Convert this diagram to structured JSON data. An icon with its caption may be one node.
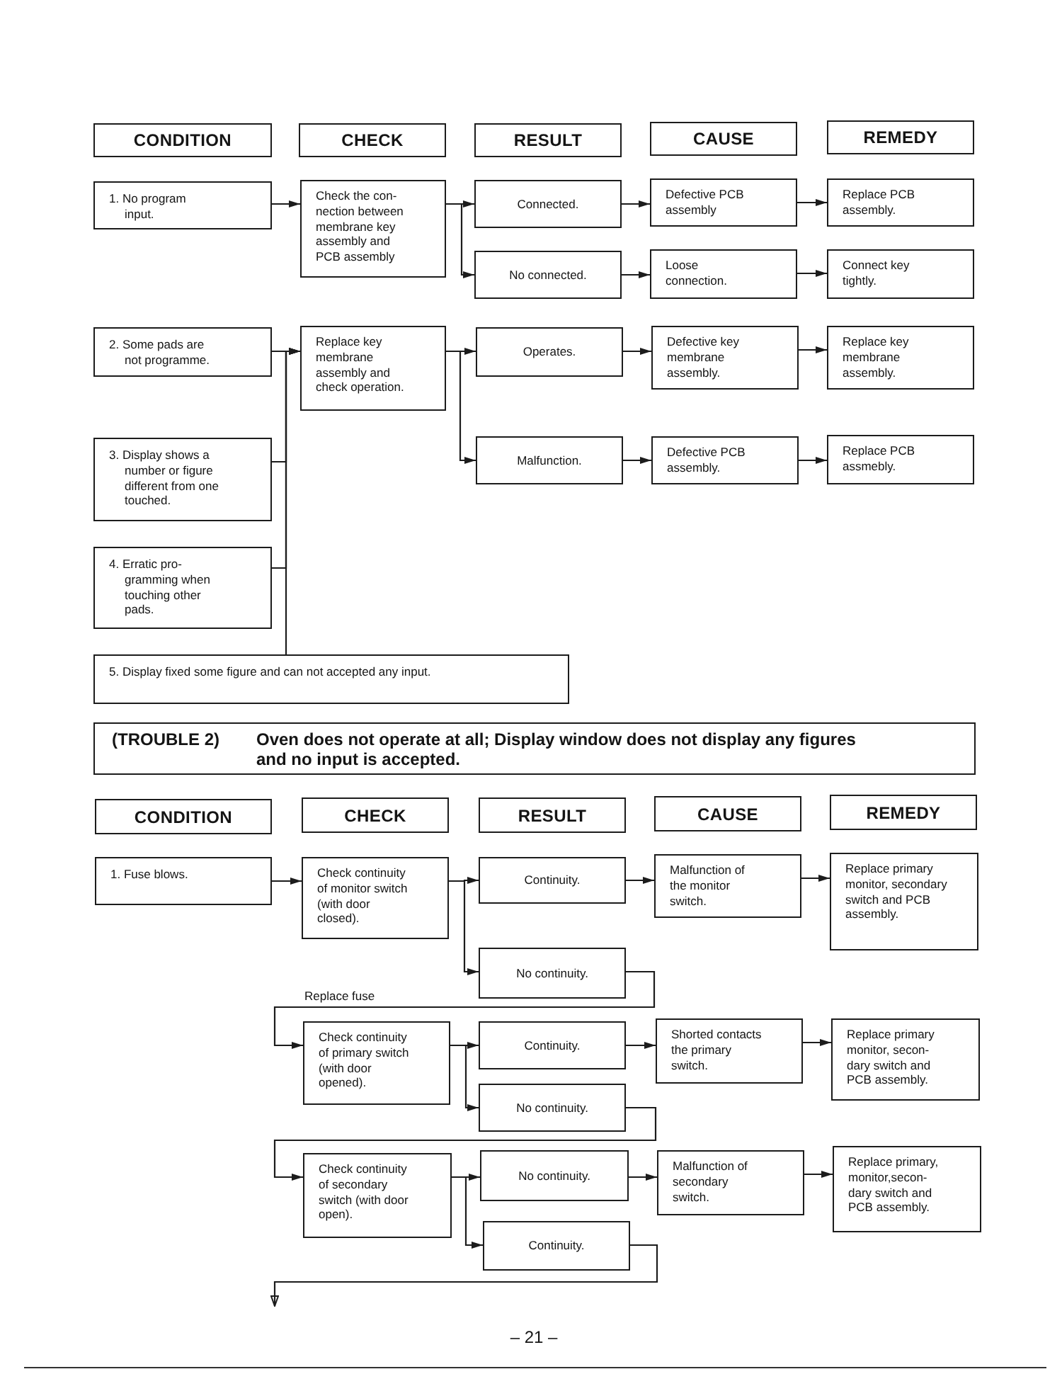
{
  "diagram": {
    "nodes": [
      {
        "text": [
          "CONDITION"
        ]
      },
      {
        "text": [
          "CHECK"
        ]
      },
      {
        "text": [
          "RESULT"
        ]
      },
      {
        "text": [
          "CAUSE"
        ]
      },
      {
        "text": [
          "REMEDY"
        ]
      },
      {
        "text": [
          "1. No program input."
        ]
      },
      {
        "text": [
          "Check the con-nection between membrane key assembly and PCB assembly"
        ]
      },
      {
        "text": [
          "Connected."
        ]
      },
      {
        "text": [
          "Defective PCB assembly"
        ]
      },
      {
        "text": [
          "Replace PCB assembly."
        ]
      },
      {
        "text": [
          "No connected."
        ]
      },
      {
        "text": [
          "Loose connection."
        ]
      },
      {
        "text": [
          "Connect key tightly."
        ]
      },
      {
        "text": [
          "2. Some pads are not programme."
        ]
      },
      {
        "text": [
          "Replace key membrane assembly and check operation."
        ]
      },
      {
        "text": [
          "Operates."
        ]
      },
      {
        "text": [
          "Defective key membrane assembly."
        ]
      },
      {
        "text": [
          "Replace key membrane assembly."
        ]
      },
      {
        "text": [
          "3. Display shows a number or figure different from one touched."
        ]
      },
      {
        "text": [
          "Malfunction."
        ]
      },
      {
        "text": [
          "Defective PCB assembly."
        ]
      },
      {
        "text": [
          "Replace PCB assmebly."
        ]
      },
      {
        "text": [
          "4. Erratic pro-gramming when touching other pads."
        ]
      },
      {
        "text": [
          "5. Display fixed some figure and can not accepted any input."
        ]
      },
      {
        "text": [
          "(TROUBLE 2)",
          "Oven does not operate at all; Display window does not display any figures and no input is accepted."
        ]
      },
      {
        "text": [
          "CONDITION"
        ]
      },
      {
        "text": [
          "CHECK"
        ]
      },
      {
        "text": [
          "RESULT"
        ]
      },
      {
        "text": [
          "CAUSE"
        ]
      },
      {
        "text": [
          "REMEDY"
        ]
      },
      {
        "text": [
          "1. Fuse blows."
        ]
      },
      {
        "text": [
          "Check continuity of monitor switch (with door closed)."
        ]
      },
      {
        "text": [
          "Continuity."
        ]
      },
      {
        "text": [
          "Malfunction of the monitor switch."
        ]
      },
      {
        "text": [
          "Replace primary monitor, secondary switch and PCB assembly."
        ]
      },
      {
        "text": [
          "No continuity."
        ]
      },
      {
        "text": [
          "Check continuity of primary switch (with door opened)."
        ]
      },
      {
        "text": [
          "Continuity."
        ]
      },
      {
        "text": [
          "Shorted contacts the primary switch."
        ]
      },
      {
        "text": [
          "Replace primary monitor, secon-dary switch and PCB assembly."
        ]
      },
      {
        "text": [
          "No continuity."
        ]
      },
      {
        "text": [
          "Check continuity of secondary switch (with door open)."
        ]
      },
      {
        "text": [
          "No continuity."
        ]
      },
      {
        "text": [
          "Malfunction of secondary switch."
        ]
      },
      {
        "text": [
          "Replace primary, monitor,secon-dary switch and PCB assembly."
        ]
      },
      {
        "text": [
          "Continuity."
        ]
      }
    ],
    "edges": [
      {
        "from": 5,
        "to": 6,
        "arrow": "to"
      },
      {
        "from": 6,
        "to": 7,
        "arrow": "to"
      },
      {
        "from": 6,
        "to": 10,
        "arrow": "to"
      },
      {
        "from": 7,
        "to": 8,
        "arrow": "to"
      },
      {
        "from": 8,
        "to": 9,
        "arrow": "to"
      },
      {
        "from": 10,
        "to": 11,
        "arrow": "to"
      },
      {
        "from": 11,
        "to": 12,
        "arrow": "to"
      },
      {
        "from": 13,
        "to": 14,
        "arrow": "to"
      },
      {
        "from": 18,
        "to": 14,
        "arrow": "to"
      },
      {
        "from": 22,
        "to": 14,
        "arrow": "to"
      },
      {
        "from": 23,
        "to": 14,
        "arrow": "to"
      },
      {
        "from": 14,
        "to": 15,
        "arrow": "to"
      },
      {
        "from": 14,
        "to": 19,
        "arrow": "to"
      },
      {
        "from": 15,
        "to": 16,
        "arrow": "to"
      },
      {
        "from": 16,
        "to": 17,
        "arrow": "to"
      },
      {
        "from": 19,
        "to": 20,
        "arrow": "to"
      },
      {
        "from": 20,
        "to": 21,
        "arrow": "to"
      },
      {
        "from": 30,
        "to": 31,
        "arrow": "to"
      },
      {
        "from": 31,
        "to": 32,
        "arrow": "to"
      },
      {
        "from": 31,
        "to": 35,
        "arrow": "to"
      },
      {
        "from": 32,
        "to": 33,
        "arrow": "to"
      },
      {
        "from": 33,
        "to": 34,
        "arrow": "to"
      },
      {
        "from": 35,
        "to": 36,
        "arrow": "to",
        "label": "Replace fuse"
      },
      {
        "from": 36,
        "to": 37,
        "arrow": "to"
      },
      {
        "from": 36,
        "to": 40,
        "arrow": "to"
      },
      {
        "from": 37,
        "to": 38,
        "arrow": "to"
      },
      {
        "from": 38,
        "to": 39,
        "arrow": "to"
      },
      {
        "from": 40,
        "to": 41,
        "arrow": "to"
      },
      {
        "from": 41,
        "to": 42,
        "arrow": "to"
      },
      {
        "from": 41,
        "to": 45,
        "arrow": "to"
      },
      {
        "from": 42,
        "to": 43,
        "arrow": "to"
      },
      {
        "from": 43,
        "to": 44,
        "arrow": "to"
      },
      {
        "from": 45,
        "to": null,
        "arrow": "to"
      }
    ],
    "labels": [
      "– 21 –"
    ]
  }
}
